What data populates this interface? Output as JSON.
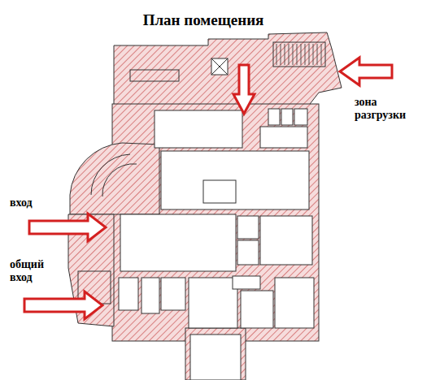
{
  "diagram": {
    "title": "План помещения",
    "labels": [
      "вход",
      "общий вход",
      "зона разгрузки"
    ]
  }
}
